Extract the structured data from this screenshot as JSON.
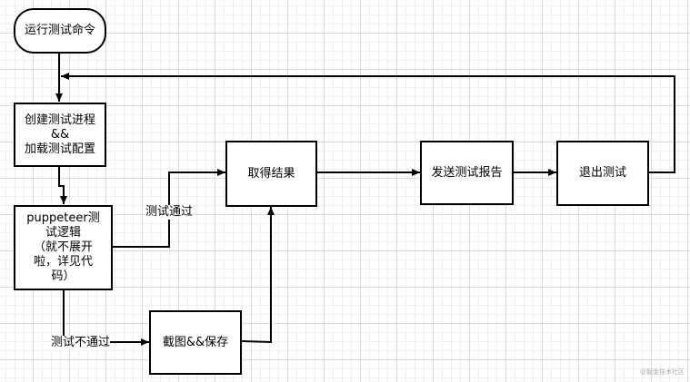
{
  "nodes": {
    "start": "运行测试命令",
    "create": "创建测试进程\n&&\n加载测试配置",
    "logic": "puppeteer测\n试逻辑\n（就不展开\n啦，详见代\n码）",
    "result": "取得结果",
    "screenshot": "截图&&保存",
    "report": "发送测试报告",
    "exit": "退出测试"
  },
  "edge_labels": {
    "pass": "测试通过",
    "fail": "测试不通过"
  },
  "watermark": "@掘金技术社区",
  "colors": {
    "stroke": "#000000",
    "grid": "#dcdcdc",
    "background": "#ffffff"
  }
}
